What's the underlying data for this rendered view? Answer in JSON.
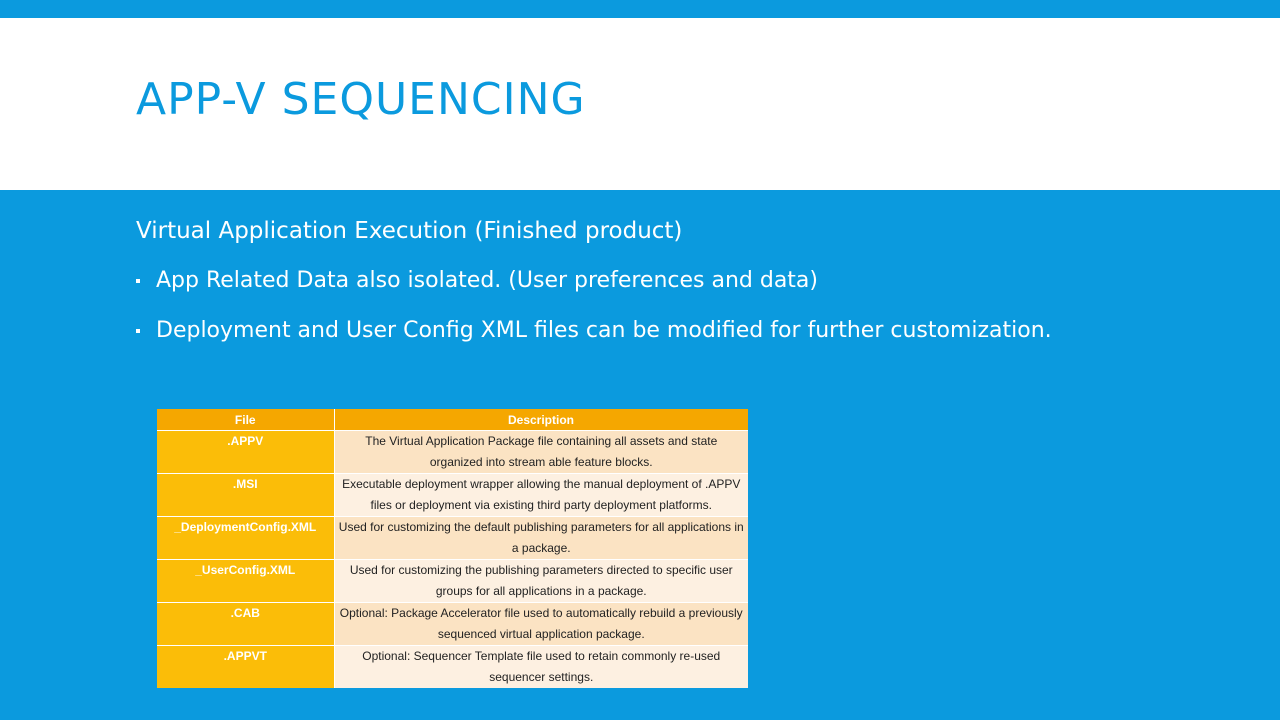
{
  "slide": {
    "title": "APP-V SEQUENCING",
    "lead": "Virtual Application Execution (Finished product)",
    "bullets": [
      "App Related Data also isolated.  (User preferences and data)",
      "Deployment and User Config XML files can be modified for further customization."
    ]
  },
  "table": {
    "headers": [
      "File",
      "Description"
    ],
    "rows": [
      {
        "file": ".APPV",
        "description": "The Virtual Application Package file containing all assets and state organized into stream able feature blocks."
      },
      {
        "file": ".MSI",
        "description": "Executable deployment wrapper allowing the manual deployment of .APPV files or deployment via existing third party deployment platforms."
      },
      {
        "file": "_DeploymentConfig.XML",
        "description": "Used for customizing the default publishing parameters for all applications in a package."
      },
      {
        "file": "_UserConfig.XML",
        "description": "Used for customizing the publishing parameters directed to specific user groups for all applications in a package."
      },
      {
        "file": ".CAB",
        "description": "Optional: Package Accelerator file used to automatically rebuild a previously sequenced virtual application package."
      },
      {
        "file": ".APPVT",
        "description": "Optional: Sequencer Template file used to retain commonly re-used sequencer settings."
      }
    ]
  },
  "colors": {
    "accent": "#0b9ade",
    "header_orange": "#f5a700",
    "file_cell_yellow": "#fbbd08",
    "row_light": "#fdf0e1",
    "row_dark": "#fbe3c3"
  }
}
